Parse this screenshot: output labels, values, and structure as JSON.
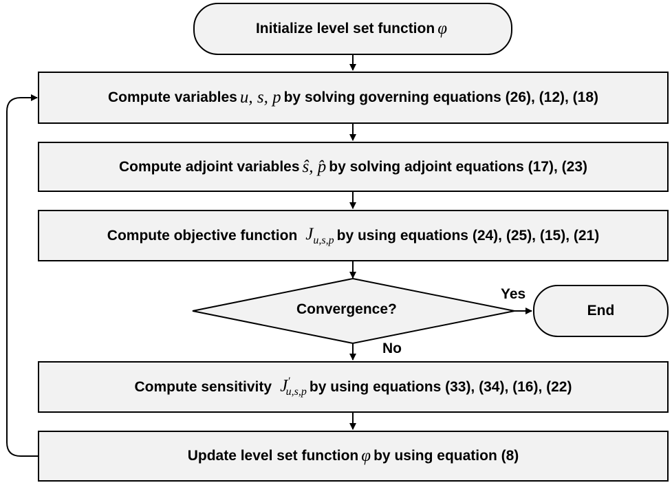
{
  "nodes": {
    "start": {
      "text": "Initialize level set function",
      "math": "φ"
    },
    "compute_vars": {
      "text_pre": "Compute variables",
      "math": "u, s, p",
      "text_post": "by solving governing equations (26), (12), (18)"
    },
    "compute_adjoint": {
      "text_pre": "Compute adjoint variables",
      "math": "ŝ, p̂",
      "text_post": "by solving adjoint equations (17), (23)"
    },
    "compute_objective": {
      "text_pre": "Compute objective function",
      "math": "J",
      "math_sub": "u,s,p",
      "text_post": "by using equations (24), (25), (15), (21)"
    },
    "convergence": {
      "text": "Convergence?"
    },
    "end": {
      "text": "End"
    },
    "compute_sensitivity": {
      "text_pre": "Compute sensitivity",
      "math": "J",
      "math_sup": "′",
      "math_sub": "u,s,p",
      "text_post": "by using equations (33), (34), (16), (22)"
    },
    "update": {
      "text_pre": "Update level set function",
      "math": "φ",
      "text_post": "by using equation (8)"
    }
  },
  "edge_labels": {
    "yes": "Yes",
    "no": "No"
  },
  "colors": {
    "fill": "#f2f2f2",
    "stroke": "#000000"
  }
}
